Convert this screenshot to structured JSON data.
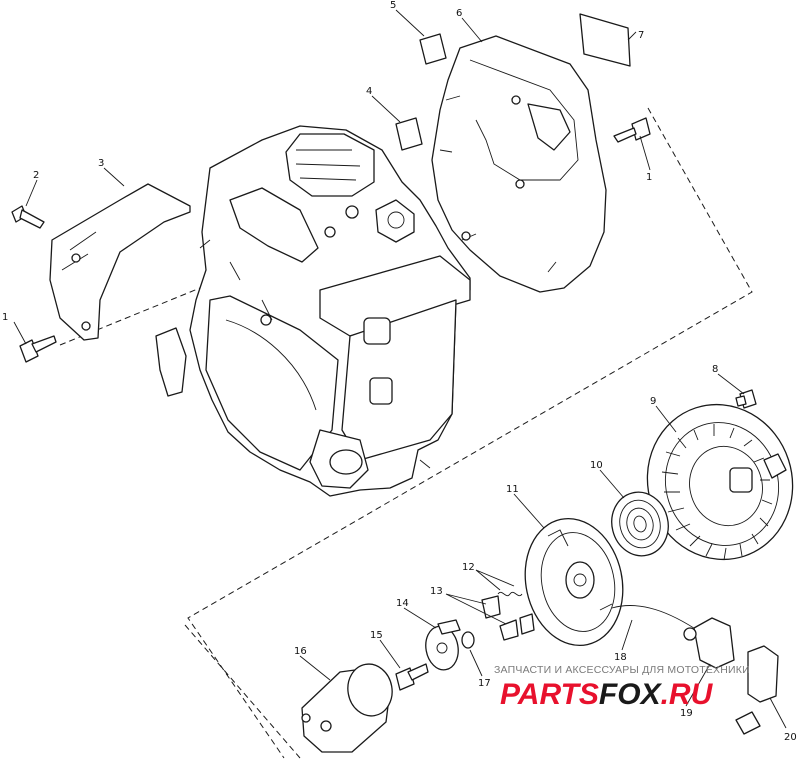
{
  "callouts": {
    "c1a": "1",
    "c1b": "1",
    "c2": "2",
    "c3": "3",
    "c4": "4",
    "c5": "5",
    "c6": "6",
    "c7": "7",
    "c8": "8",
    "c9": "9",
    "c10": "10",
    "c11": "11",
    "c12": "12",
    "c13": "13",
    "c14": "14",
    "c15": "15",
    "c16": "16",
    "c17": "17",
    "c18": "18",
    "c19": "19",
    "c20": "20"
  },
  "watermark": {
    "tagline": "ЗАПЧАСТИ И АКСЕССУАРЫ ДЛЯ МОТОТЕХНИКИ",
    "logo_a": "PARTS",
    "logo_b": "FOX",
    "logo_c": ".RU",
    "colors": {
      "parts": "#e8112d",
      "fox": "#1a1a1a",
      "ru": "#e8112d",
      "tagline": "#7a7a7a"
    }
  }
}
